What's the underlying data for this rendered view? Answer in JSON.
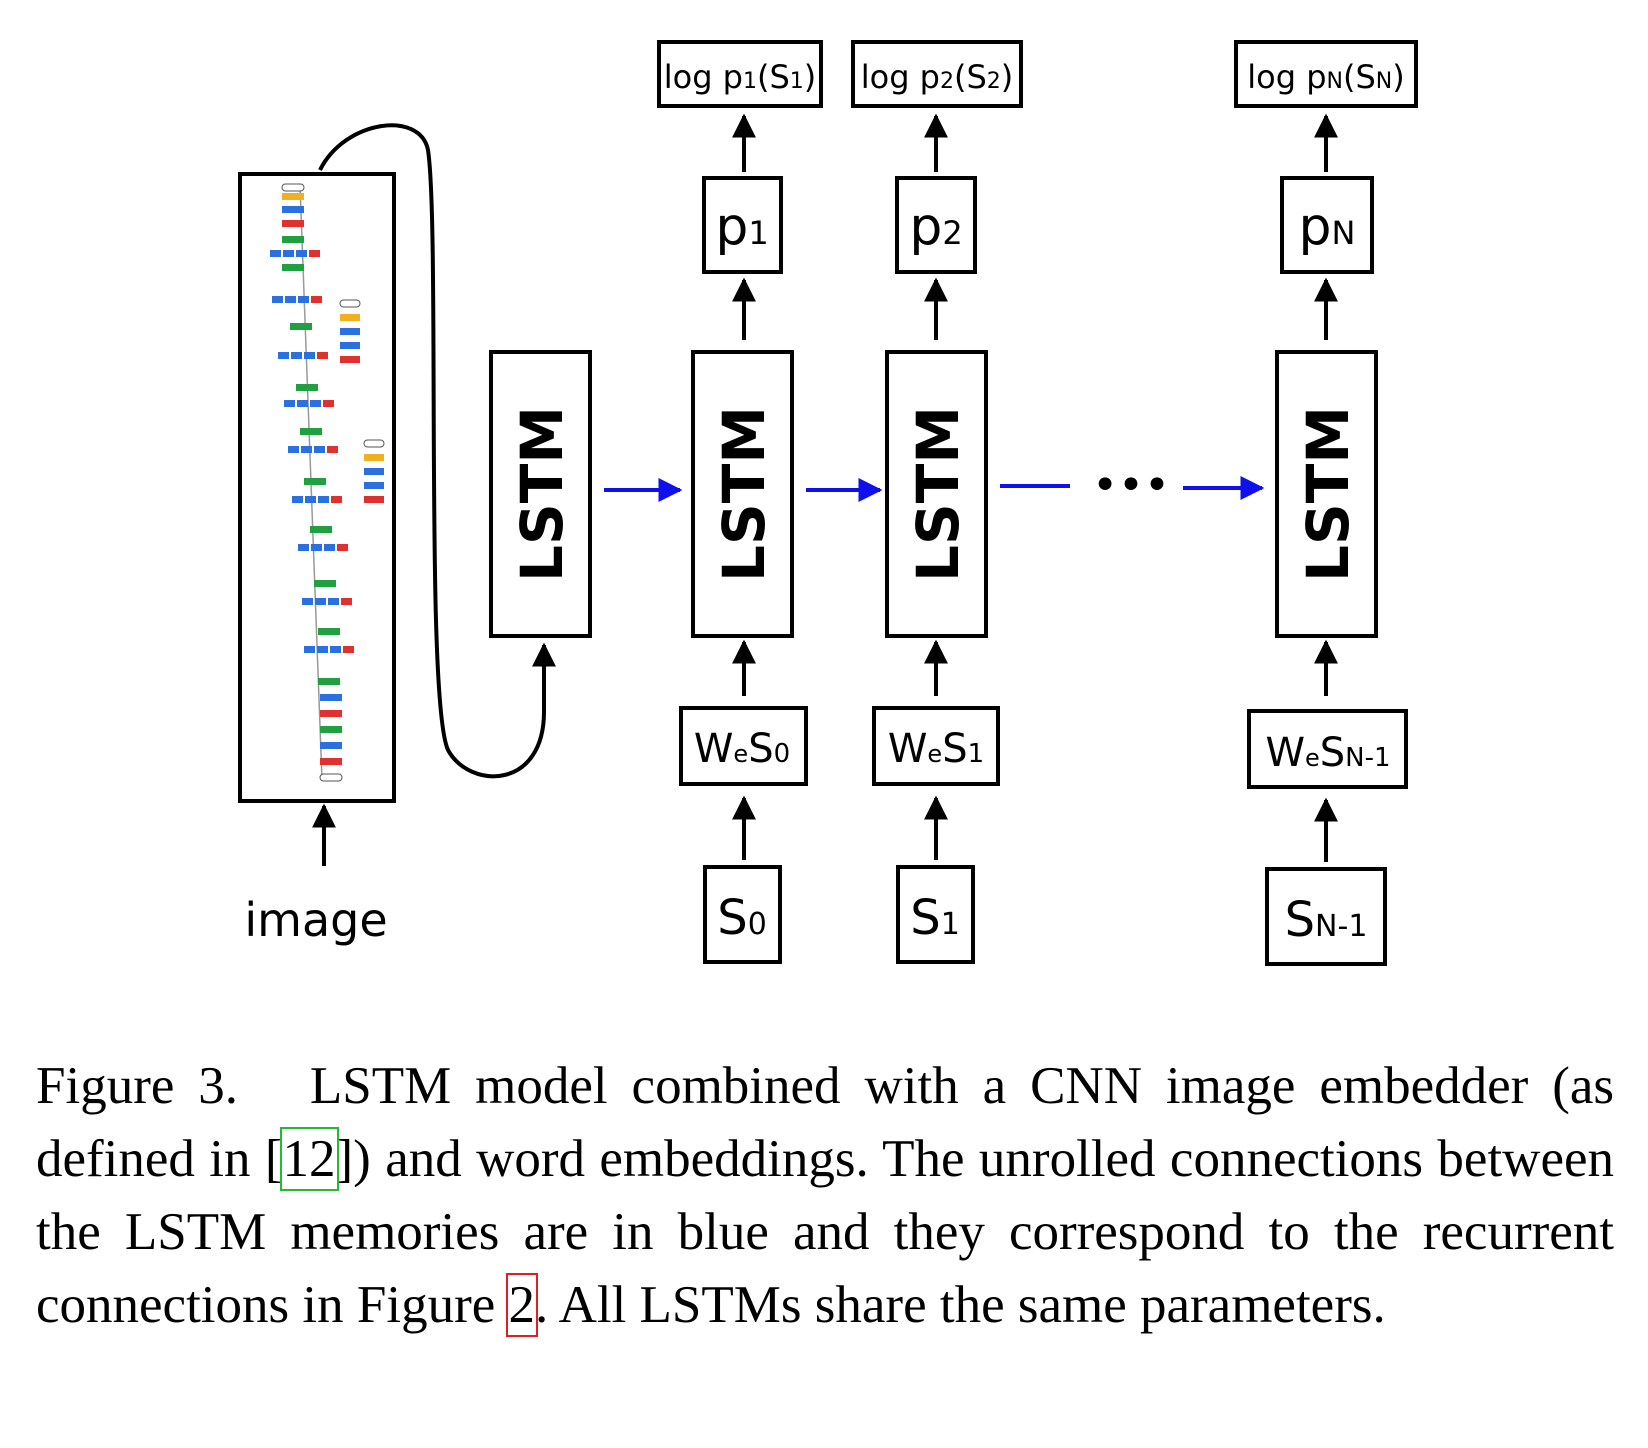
{
  "diagram": {
    "image_label": "image",
    "lstm_label": "LSTM",
    "ellipsis": "•••",
    "outputs": [
      {
        "log_pre": "log p",
        "log_sub": "1",
        "log_mid": "(S",
        "log_sub2": "1",
        "log_post": ")",
        "p_main": "p",
        "p_sub": "1"
      },
      {
        "log_pre": "log p",
        "log_sub": "2",
        "log_mid": "(S",
        "log_sub2": "2",
        "log_post": ")",
        "p_main": "p",
        "p_sub": "2"
      },
      {
        "log_pre": "log p",
        "log_sub": "N",
        "log_mid": "(S",
        "log_sub2": "N",
        "log_post": ")",
        "p_main": "p",
        "p_sub": "N"
      }
    ],
    "embeddings": [
      {
        "w": "W",
        "e": "e",
        "s": "S",
        "sub": "0"
      },
      {
        "w": "W",
        "e": "e",
        "s": "S",
        "sub": "1"
      },
      {
        "w": "W",
        "e": "e",
        "s": "S",
        "sub": "N-1"
      }
    ],
    "inputs": [
      {
        "s": "S",
        "sub": "0"
      },
      {
        "s": "S",
        "sub": "1"
      },
      {
        "s": "S",
        "sub": "N-1"
      }
    ],
    "colors": {
      "recurrent": "#1010ee",
      "stroke": "#000000"
    }
  },
  "caption": {
    "figure_label": "Figure 3.",
    "text_1": "LSTM model combined with a CNN image embedder (as defined in [",
    "ref_1": "12",
    "text_2": "]) and word embeddings. The unrolled connections between the LSTM memories are in blue and they correspond to the recurrent connections in Figure ",
    "ref_2": "2",
    "text_3": ". All LSTMs share the same parameters."
  }
}
